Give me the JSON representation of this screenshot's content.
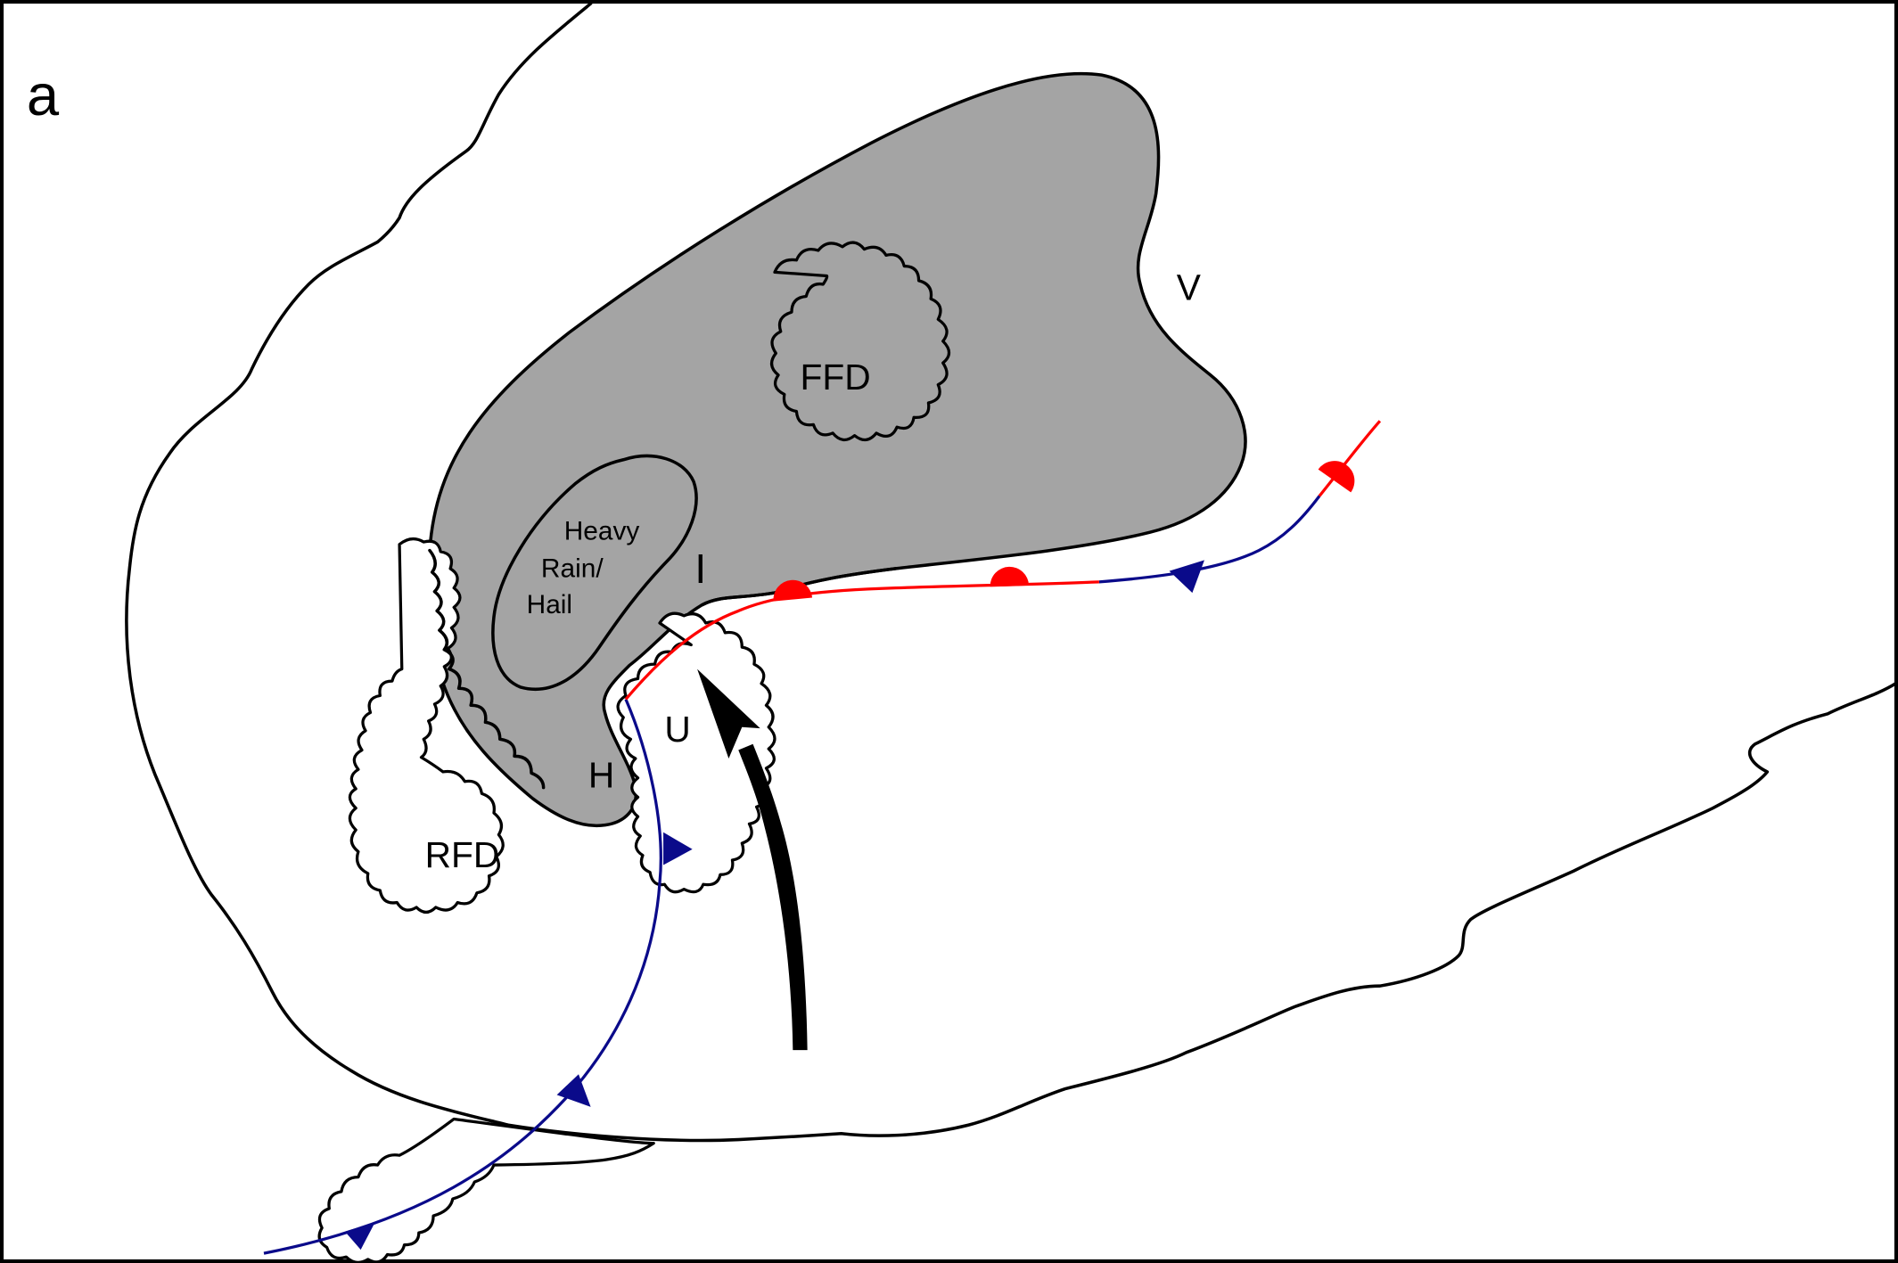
{
  "panel_label": "a",
  "labels": {
    "ffd": "FFD",
    "rfd": "RFD",
    "heavy_rain_hail": [
      "Heavy",
      "Rain/",
      "Hail"
    ],
    "v_notch": "V",
    "inflow_notch": "I",
    "updraft": "U",
    "hook": "H"
  },
  "colors": {
    "precip_fill": "#a4a4a4",
    "warm_front": "#ff0000",
    "cold_front": "#0a0a8a",
    "outline": "#000000",
    "background": "#ffffff"
  }
}
